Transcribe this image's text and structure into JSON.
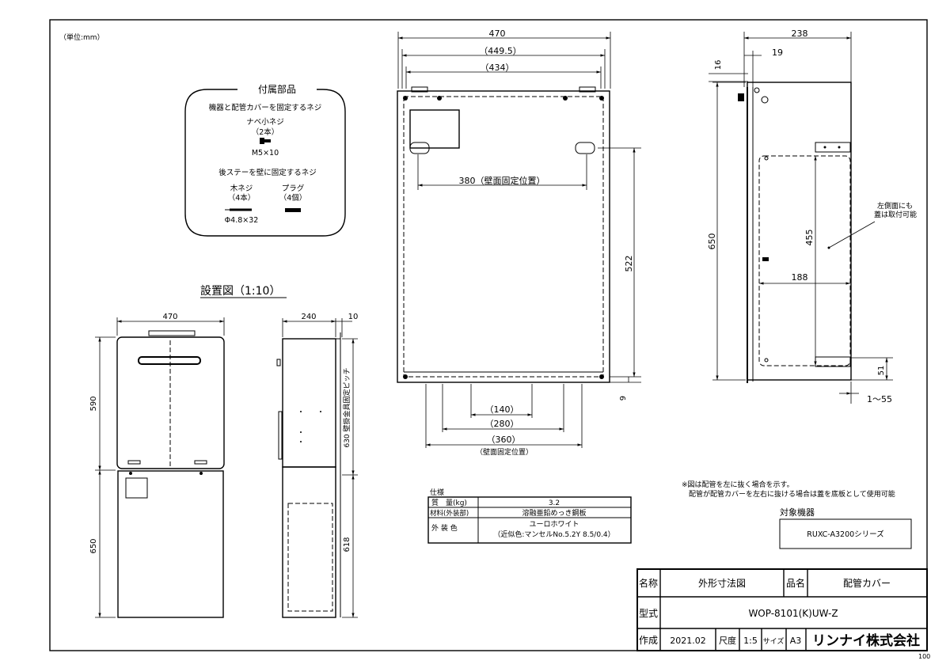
{
  "unit_note": "（単位:mm）",
  "page_number": "100",
  "accessories": {
    "heading": "付属部品",
    "screw1_desc": "機器と配管カバーを固定するネジ",
    "screw1_name": "ナベ小ネジ",
    "screw1_qty": "（2本）",
    "screw1_size": "M5×10",
    "screw2_desc": "後ステーを壁に固定するネジ",
    "wood_screw_name": "木ネジ",
    "wood_screw_qty": "（4本）",
    "wood_screw_size": "Φ4.8×32",
    "plug_name": "プラグ",
    "plug_qty": "（4個）"
  },
  "install_view": {
    "title": "設置図（1:10）",
    "width": "470",
    "unit_height": "590",
    "cover_height": "650",
    "depth": "240",
    "gap": "10",
    "pitch": "630 壁掛金具固定ピッチ",
    "cover_side": "618"
  },
  "front_view": {
    "dim_470": "470",
    "dim_449_5": "（449.5）",
    "dim_434": "（434）",
    "dim_380": "380（壁面固定位置）",
    "dim_522": "522",
    "dim_9": "9",
    "dim_140": "（140）",
    "dim_280": "（280）",
    "dim_360": "（360）",
    "wall_fix": "（壁面固定位置）"
  },
  "side_view": {
    "dim_238": "238",
    "dim_19": "19",
    "dim_16": "16",
    "dim_650": "650",
    "dim_455": "455",
    "dim_188": "188",
    "dim_51": "51",
    "dim_1_55": "1～55",
    "note_line1": "左側面にも",
    "note_line2": "蓋は取付可能"
  },
  "spec_table": {
    "caption": "仕様",
    "rows": [
      {
        "label": "質　量(kg)",
        "value": "3.2"
      },
      {
        "label": "材料(外装部)",
        "value": "溶融亜鉛めっき鋼板"
      },
      {
        "label": "外 装 色",
        "value": "ユーロホワイト",
        "value2": "（近似色:マンセルNo.5.2Y 8.5/0.4）"
      }
    ]
  },
  "notes": {
    "line1": "※図は配管を左に抜く場合を示す。",
    "line2": "配管が配管カバーを左右に抜ける場合は蓋を底板として使用可能"
  },
  "target": {
    "label": "対象機器",
    "value": "RUXC-A3200シリーズ"
  },
  "title_block": {
    "name_label": "名称",
    "name_value": "外形寸法図",
    "product_label": "品名",
    "product_value": "配管カバー",
    "model_label": "型式",
    "model_value": "WOP-8101(K)UW-Z",
    "made_label": "作成",
    "made_value": "2021.02",
    "scale_label": "尺度",
    "scale_value": "1:5",
    "size_label": "サイズ",
    "size_value": "A3",
    "company": "リンナイ株式会社"
  }
}
